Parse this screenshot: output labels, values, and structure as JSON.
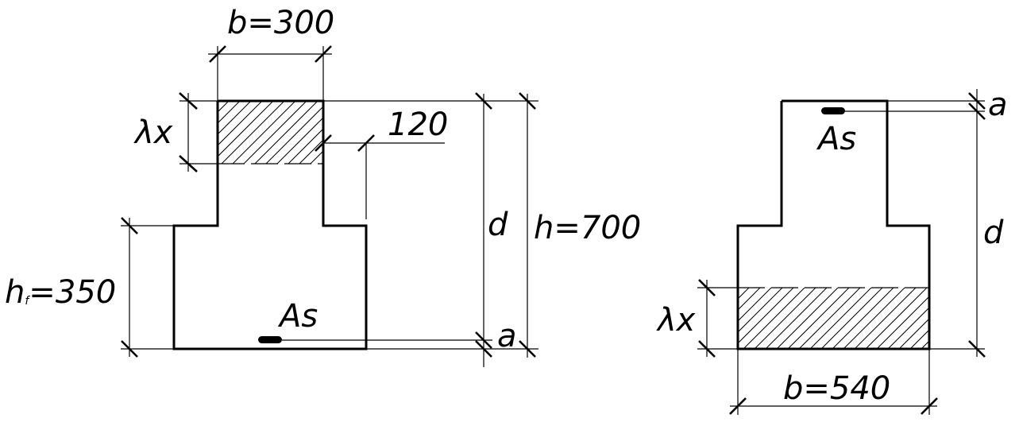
{
  "left_section": {
    "labels": {
      "b": "b=300",
      "flange_offset": "120",
      "lambda_x": "λx",
      "d": "d",
      "h": "h=700",
      "hf_main": "h",
      "hf_sub": "f",
      "hf_value": "=350",
      "As": "As",
      "a": "a"
    }
  },
  "right_section": {
    "labels": {
      "a": "a",
      "As": "As",
      "d": "d",
      "lambda_x": "λx",
      "b": "b=540"
    }
  }
}
